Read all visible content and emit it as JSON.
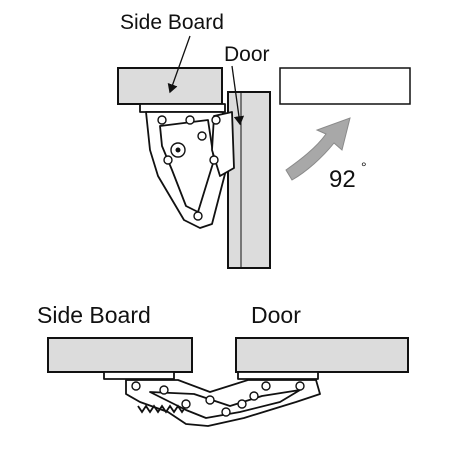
{
  "top_view": {
    "side_board_label": "Side Board",
    "door_label": "Door",
    "angle_value": "92",
    "angle_unit": "°"
  },
  "bottom_view": {
    "side_board_label": "Side Board",
    "door_label": "Door"
  },
  "colors": {
    "board_fill": "#dcdcdc",
    "arrow_fill": "#a8a8a8",
    "line": "#111111"
  }
}
